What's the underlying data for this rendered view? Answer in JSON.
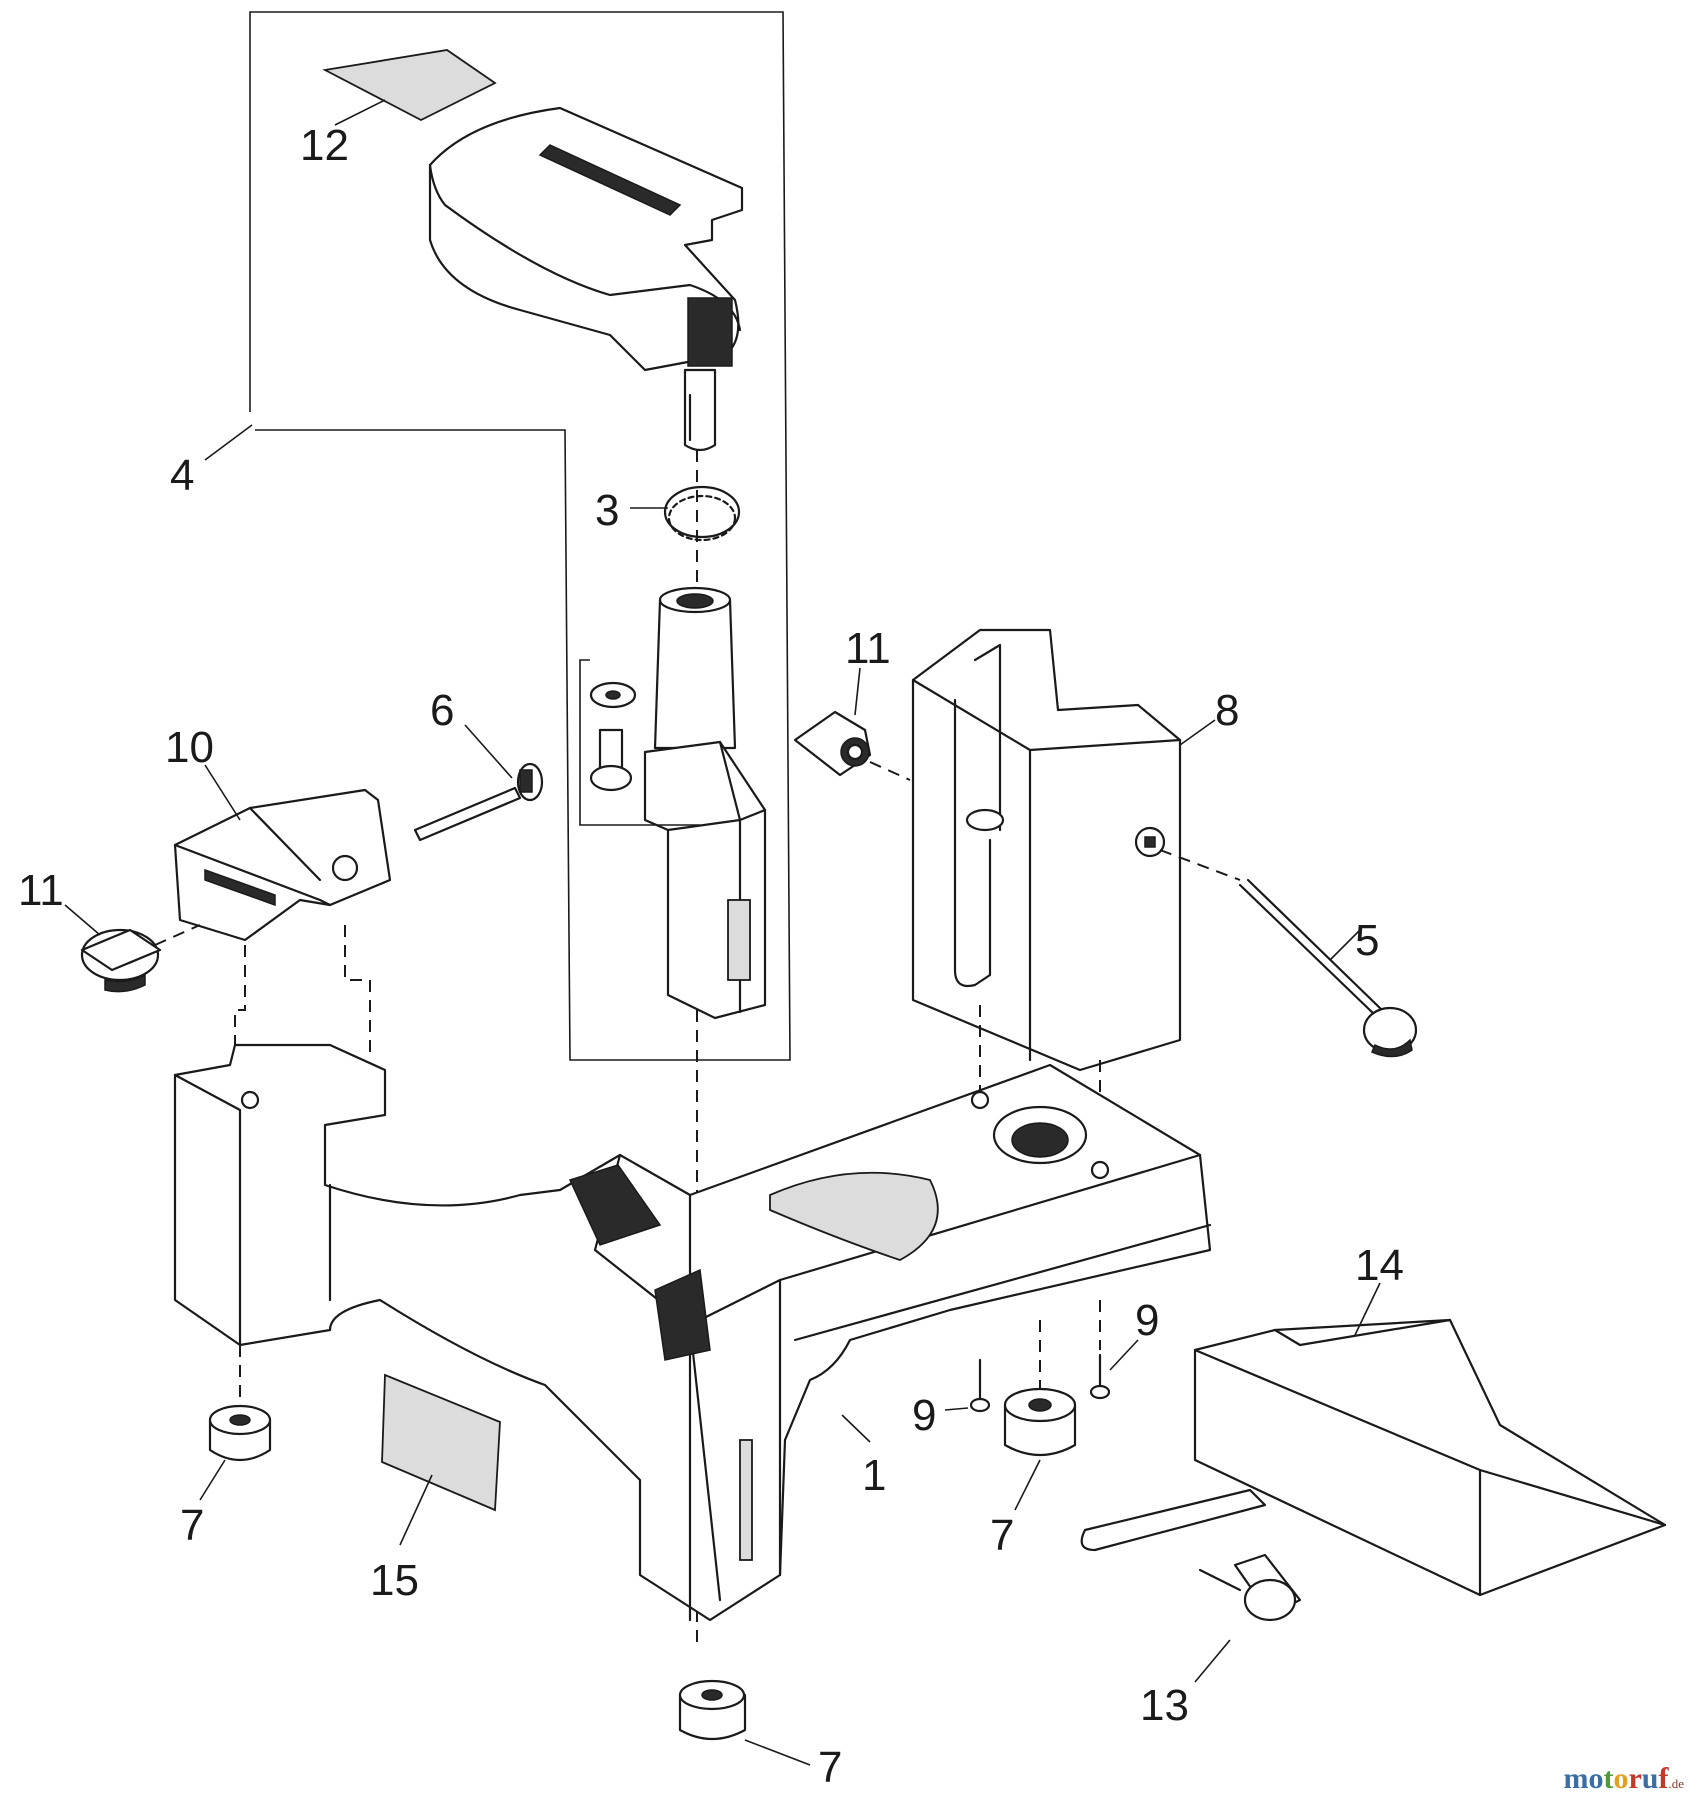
{
  "diagram": {
    "labels": [
      {
        "id": "1",
        "text": "1"
      },
      {
        "id": "3",
        "text": "3"
      },
      {
        "id": "4",
        "text": "4"
      },
      {
        "id": "5",
        "text": "5"
      },
      {
        "id": "6",
        "text": "6"
      },
      {
        "id": "7a",
        "text": "7"
      },
      {
        "id": "7b",
        "text": "7"
      },
      {
        "id": "7c",
        "text": "7"
      },
      {
        "id": "8",
        "text": "8"
      },
      {
        "id": "9a",
        "text": "9"
      },
      {
        "id": "9b",
        "text": "9"
      },
      {
        "id": "10",
        "text": "10"
      },
      {
        "id": "11a",
        "text": "11"
      },
      {
        "id": "11b",
        "text": "11"
      },
      {
        "id": "12",
        "text": "12"
      },
      {
        "id": "13",
        "text": "13"
      },
      {
        "id": "14",
        "text": "14"
      },
      {
        "id": "15",
        "text": "15"
      }
    ]
  },
  "watermark": {
    "letters": [
      "m",
      "o",
      "t",
      "o",
      "r",
      "u",
      "f"
    ],
    "letter_colors": [
      "#3a6ea5",
      "#3a6ea5",
      "#4f9a3a",
      "#e0a020",
      "#c0392b",
      "#3a6ea5",
      "#c0392b"
    ],
    "suffix": ".de"
  }
}
